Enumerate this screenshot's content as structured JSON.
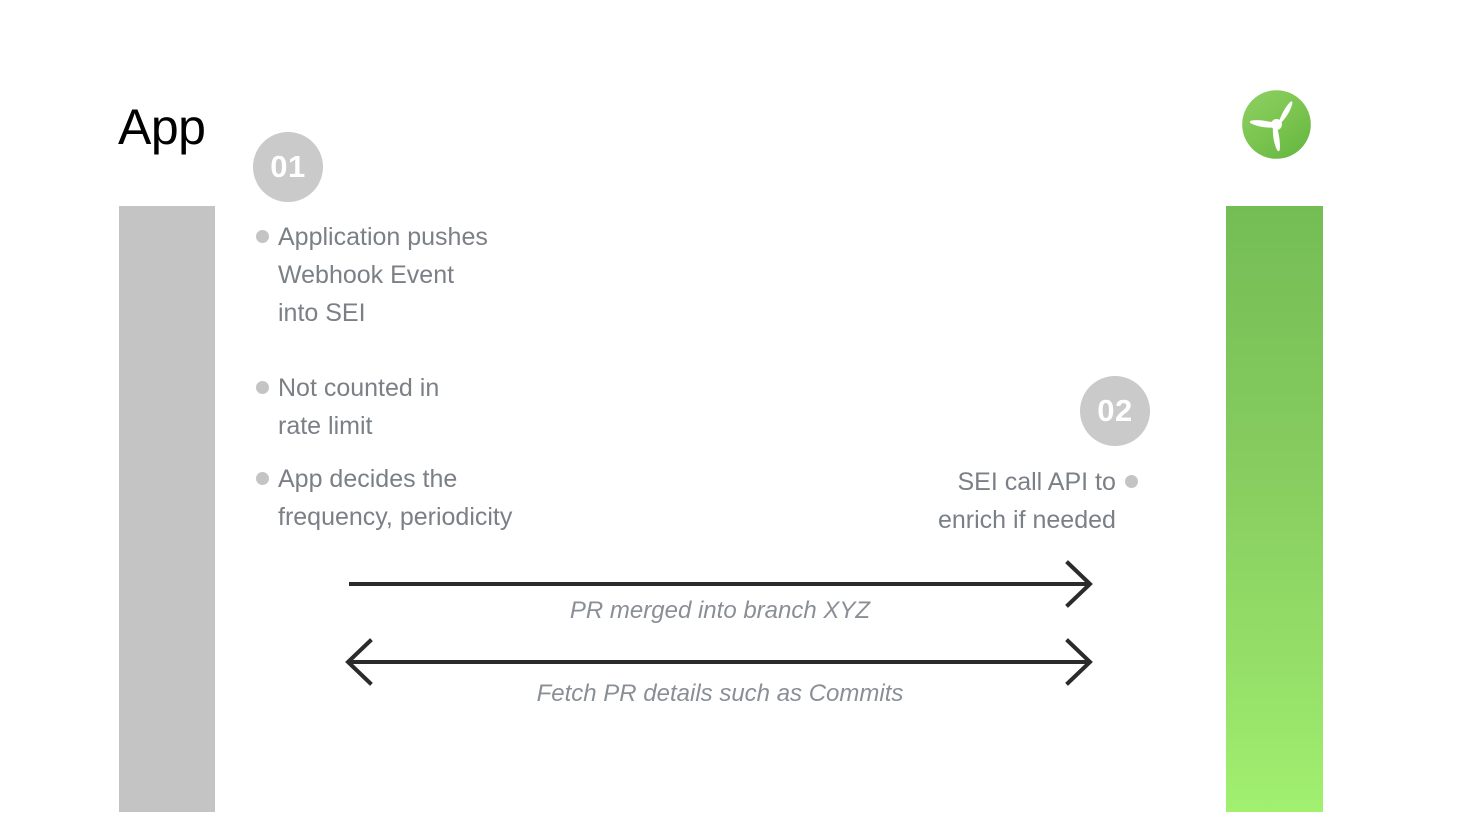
{
  "slide": {
    "title": "App",
    "background_color": "#ffffff"
  },
  "colors": {
    "left_lifeline": "#c4c4c4",
    "right_lifeline_top": "#74bd55",
    "right_lifeline_bottom": "#a1f070",
    "badge_background": "#cacaca",
    "badge_text": "#ffffff",
    "body_text": "#7b8087",
    "label_text": "#8a8f96",
    "arrow_stroke": "#2b2b2b",
    "bullet_dot": "#c4c4c4",
    "logo_green": "#7ac44f"
  },
  "logo": {
    "name": "propeller-logo",
    "shape": "green-circle-with-white-three-blade-propeller"
  },
  "lifelines": {
    "left": {
      "name": "App",
      "label": "App"
    },
    "right": {
      "name": "SEI",
      "label": ""
    }
  },
  "steps": [
    {
      "badge": "01",
      "side": "left",
      "bullets": [
        "Application pushes\nWebhook Event\ninto SEI",
        "Not counted in\nrate limit",
        "App decides the\nfrequency, periodicity"
      ]
    },
    {
      "badge": "02",
      "side": "right",
      "bullets": [
        "SEI call API to\nenrich if needed"
      ]
    }
  ],
  "bullets": {
    "b1": "Application pushes\nWebhook Event\ninto SEI",
    "b2": "Not counted in\nrate limit",
    "b3": "App decides the\nfrequency, periodicity",
    "b4": "SEI call API to\nenrich if needed"
  },
  "arrows": [
    {
      "label": "PR merged into branch XYZ",
      "direction": "right",
      "heads": [
        "end"
      ]
    },
    {
      "label": "Fetch PR details such as Commits",
      "direction": "both",
      "heads": [
        "start",
        "end"
      ]
    }
  ],
  "arrow_labels": {
    "a1": "PR merged into branch XYZ",
    "a2": "Fetch PR details such as Commits"
  },
  "badges": {
    "one": "01",
    "two": "02"
  }
}
